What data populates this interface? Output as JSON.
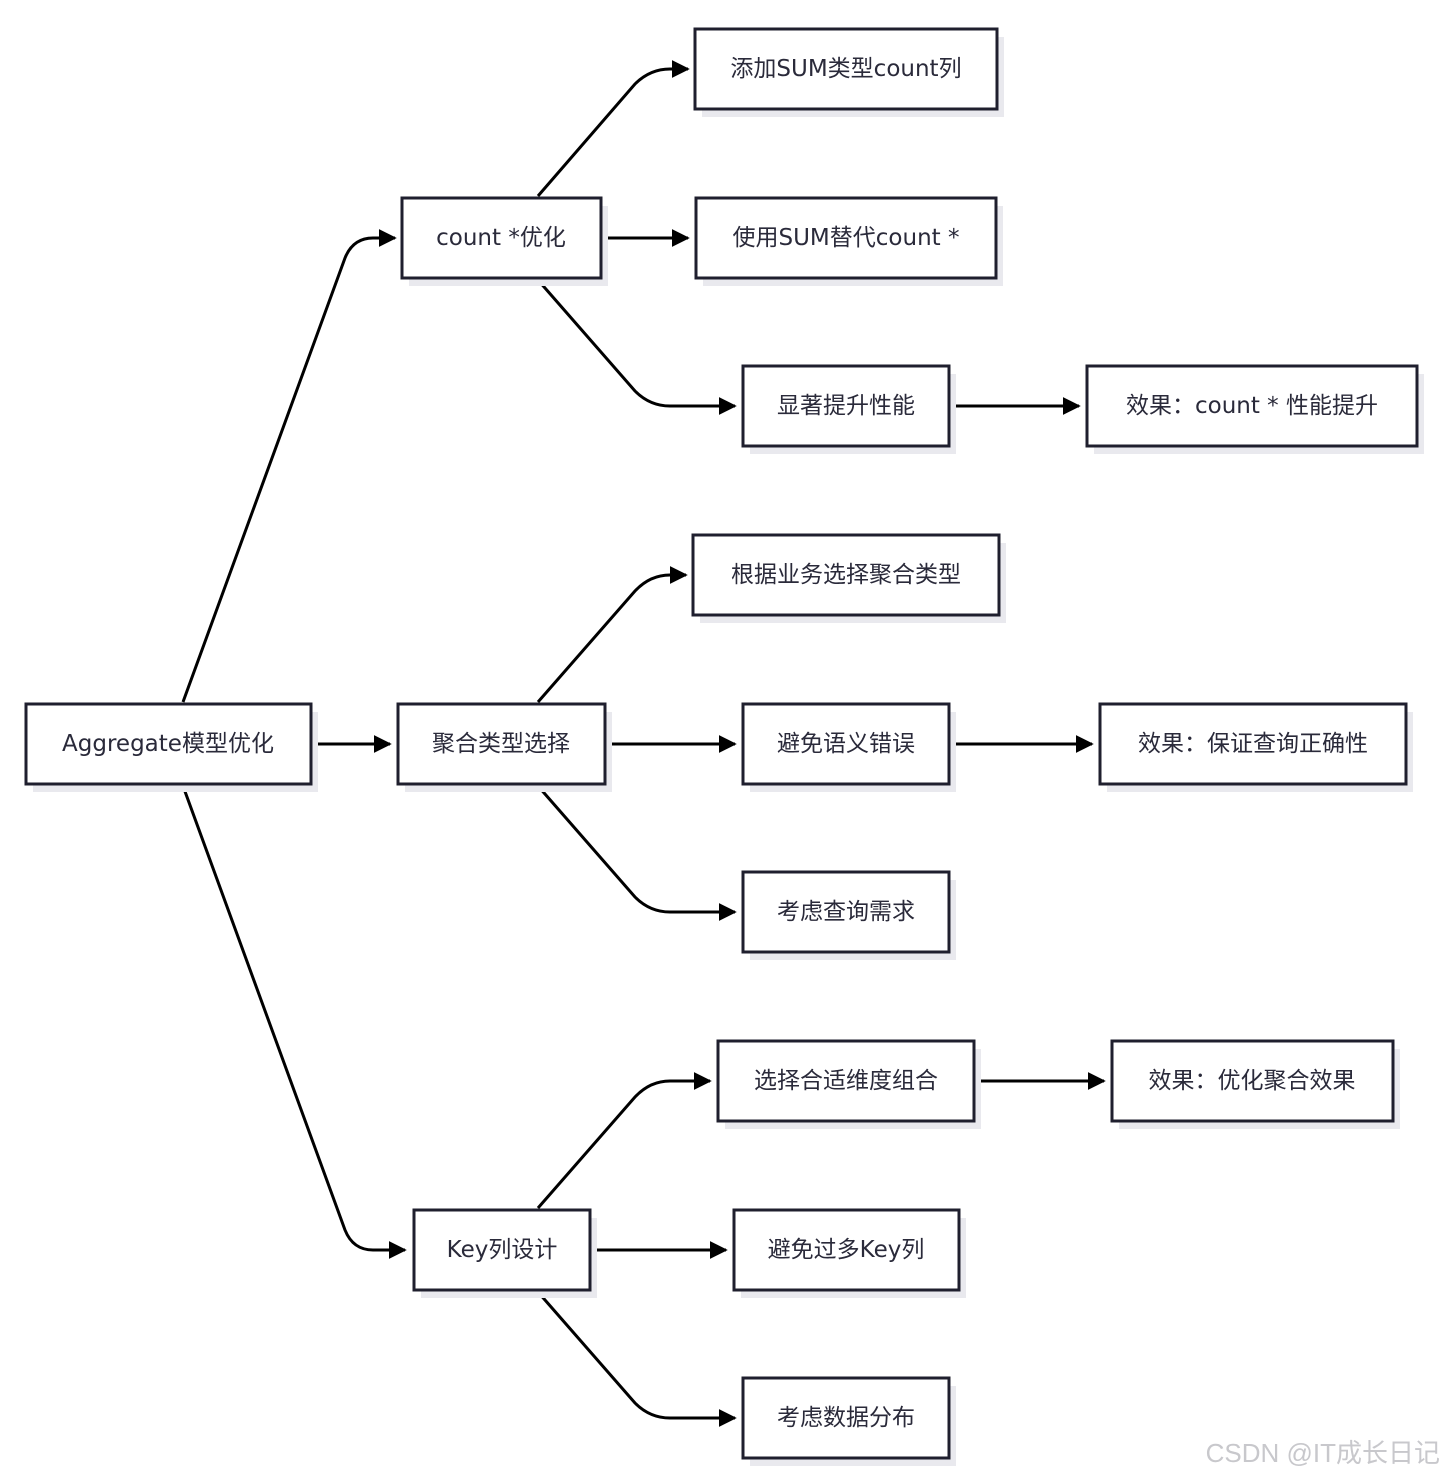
{
  "nodes": {
    "root": "Aggregate模型优化",
    "count_opt": "count *优化",
    "add_sum_count": "添加SUM类型count列",
    "use_sum": "使用SUM替代count *",
    "perf_boost": "显著提升性能",
    "effect_count": "效果：count * 性能提升",
    "agg_type": "聚合类型选择",
    "choose_by_business": "根据业务选择聚合类型",
    "avoid_semantic": "避免语义错误",
    "effect_correct": "效果：保证查询正确性",
    "consider_query": "考虑查询需求",
    "key_design": "Key列设计",
    "choose_dims": "选择合适维度组合",
    "effect_agg": "效果：优化聚合效果",
    "avoid_many_keys": "避免过多Key列",
    "consider_dist": "考虑数据分布"
  },
  "watermark": "CSDN @IT成长日记"
}
